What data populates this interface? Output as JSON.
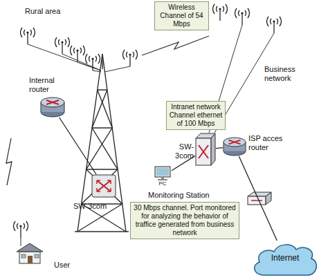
{
  "diagram": {
    "nodes": [
      {
        "text": [
          "Wireless Channel of 54 Mbps"
        ]
      },
      {
        "text": [
          "Internal router"
        ]
      },
      {
        "text": [
          "SW-3com"
        ]
      },
      {
        "text": [
          "Intranet network Channel ethernet of 100 Mbps"
        ]
      },
      {
        "text": [
          "SW-3com"
        ]
      },
      {
        "text": [
          "ISP acces router"
        ]
      },
      {
        "text": [
          "PC",
          "Monitoring Station"
        ]
      },
      {
        "text": [
          "30 Mbps channel. Port monitored for analyzing the behavior of traffice generated from business network"
        ]
      },
      {
        "text": [
          "Internet"
        ]
      },
      {
        "text": [
          "User"
        ]
      }
    ],
    "edges": [
      {
        "from": 1,
        "to": 2,
        "arrow": "none"
      },
      {
        "from": 4,
        "to": 5,
        "arrow": "none"
      },
      {
        "from": 6,
        "to": 4,
        "arrow": "none"
      },
      {
        "from": 5,
        "to": 8,
        "arrow": "none"
      }
    ],
    "labels": [
      "Rural area",
      "Business network"
    ]
  }
}
